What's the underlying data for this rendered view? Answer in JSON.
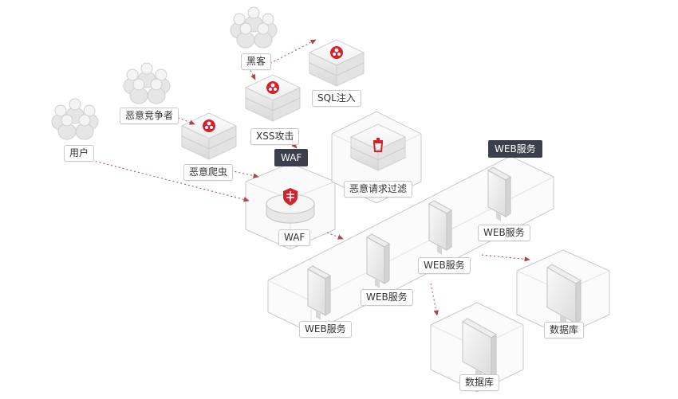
{
  "labels": {
    "hacker": "黑客",
    "sql_injection": "SQL注入",
    "malicious_competitor": "恶意竞争者",
    "xss_attack": "XSS攻击",
    "user": "用户",
    "malicious_crawler": "恶意爬虫",
    "malicious_request_filter": "恶意请求过滤",
    "waf": "WAF",
    "web_service": "WEB服务",
    "database": "数据库"
  },
  "tags": {
    "waf": "WAF",
    "web_service": "WEB服务"
  },
  "colors": {
    "accent_red": "#d6212b",
    "arrow": "#a64a4a",
    "tag_bg": "#3a3f4b",
    "outline": "#cfcfcf"
  },
  "icons": {
    "threat": "hazard-icon",
    "waf": "shield-icon",
    "filter": "trash-icon",
    "server": "server-icon",
    "people": "people-icon"
  }
}
